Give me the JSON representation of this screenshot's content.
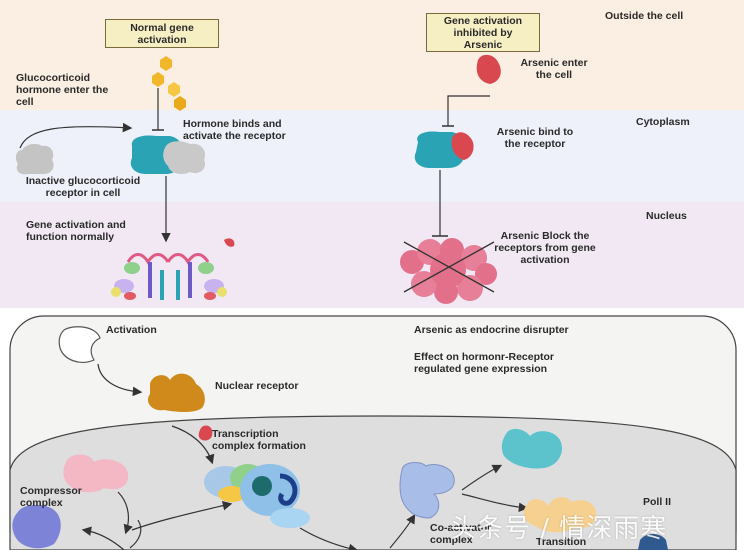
{
  "top_panel": {
    "regions": {
      "outside": "Outside the cell",
      "cytoplasm": "Cytoplasm",
      "nucleus": "Nucleus"
    },
    "normal": {
      "title": "Normal gene\nactivation",
      "hormone_enter": "Glucocorticoid\nhormone enter the\ncell",
      "hormone_binds": "Hormone binds and\nactivate the receptor",
      "inactive_receptor": "Inactive glucocorticoid\nreceptor in cell",
      "gene_activation": "Gene activation and\nfunction normally"
    },
    "inhibited": {
      "title": "Gene activation\ninhibited by\nArsenic",
      "arsenic_enter": "Arsenic enter\nthe cell",
      "arsenic_bind": "Arsenic bind to\nthe receptor",
      "arsenic_block": "Arsenic Block the\nreceptors from gene\nactivation"
    }
  },
  "bottom_panel": {
    "activation": "Activation",
    "nuclear_receptor": "Nuclear receptor",
    "endocrine_disrupter": "Arsenic as endocrine disrupter",
    "effect": "Effect on hormonr-Receptor\nregulated gene expression",
    "transcription_complex": "Transcription\ncomplex formation",
    "compressor_complex": "Compressor\ncomplex",
    "coactivator_complex": "Co-activator\ncomplex",
    "transition": "Transition",
    "pol_ii": "Poll II"
  },
  "watermark": "头条号 / 情深雨寒",
  "colors": {
    "outside_bg": "#fbeee2",
    "cytoplasm_bg": "#eef0fa",
    "nucleus_bg": "#f1e8f3",
    "box_fill": "#f7efc4",
    "hormone": "#f2b728",
    "receptor_teal": "#2aa3b5",
    "receptor_gray": "#b9b9b9",
    "arsenic_red": "#d9474f",
    "blocked_pink": "#e2708b",
    "nuclear_receptor": "#d08a1c",
    "compressor_pink": "#f4b7c4",
    "compressor_blue": "#7d84d8",
    "coactivator_blue": "#a9bde9"
  }
}
